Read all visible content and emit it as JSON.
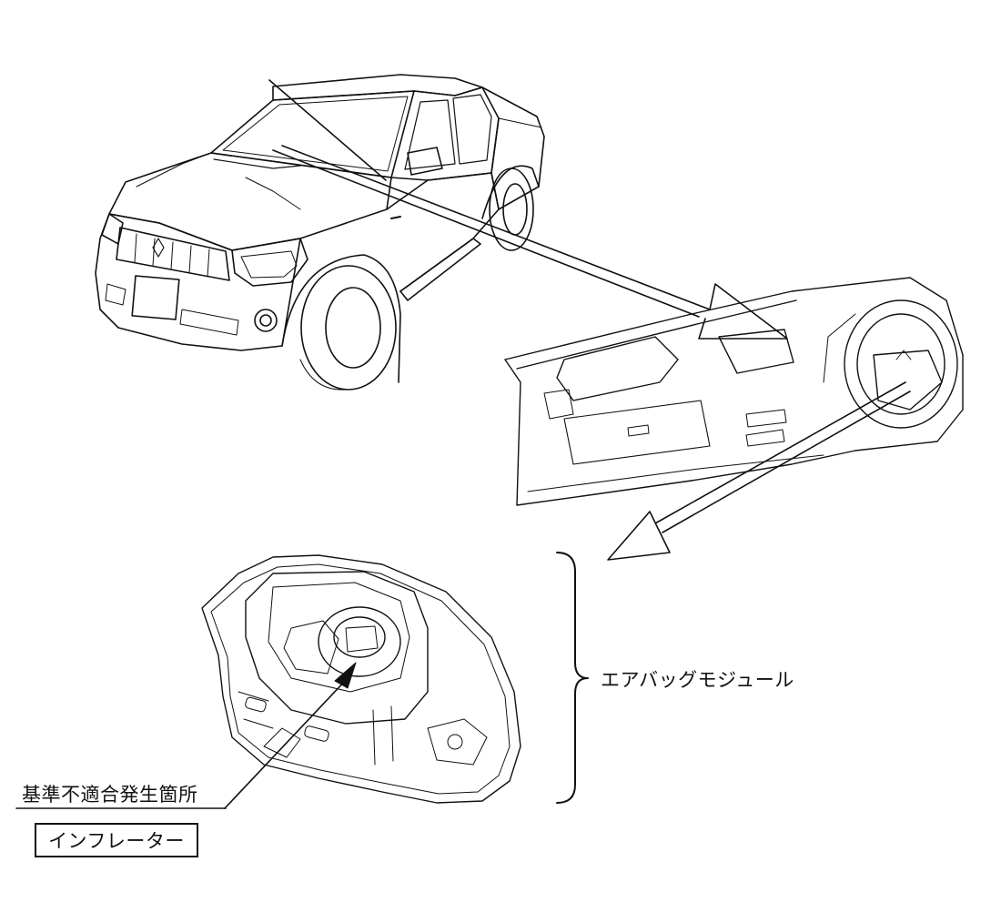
{
  "figure": {
    "labels": {
      "airbag_module": "エアバッグモジュール",
      "defect_location": "基準不適合発生箇所",
      "inflator": "インフレーター"
    },
    "colors": {
      "line": "#111111",
      "background": "#ffffff"
    },
    "icons": [
      "pickup-truck-illustration",
      "dashboard-illustration",
      "airbag-module-illustration"
    ]
  }
}
